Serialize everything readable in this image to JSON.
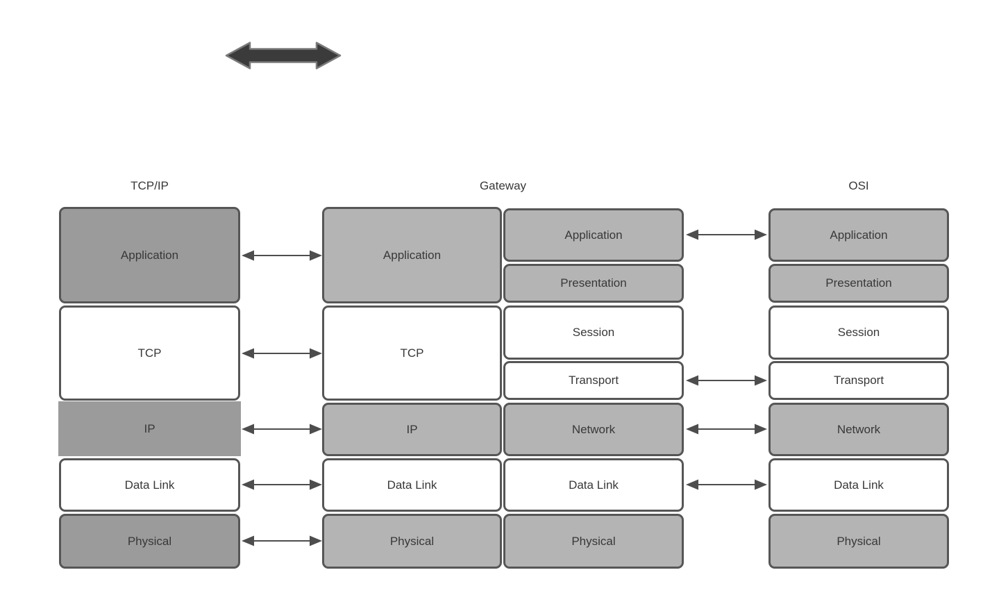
{
  "colors": {
    "background": "#ffffff",
    "box_dark_gray": "#9b9b9b",
    "box_light_gray": "#b4b4b4",
    "box_white": "#ffffff",
    "box_border": "#565656",
    "thin_arrow": "#4d4d4d",
    "big_arrow_fill": "#3b3b3b",
    "big_arrow_outline": "#7a7a7a",
    "text": "#383838"
  },
  "tcpip": {
    "header": "TCP/IP",
    "rows": [
      "Application",
      "TCP",
      "IP",
      "Data Link",
      "Physical"
    ]
  },
  "gateway": {
    "header": "Gateway",
    "left_rows": [
      "Application",
      "TCP",
      "IP",
      "Data Link",
      "Physical"
    ],
    "right_rows": [
      "Application",
      "Presentation",
      "Session",
      "Transport",
      "Network",
      "Data Link",
      "Physical"
    ]
  },
  "osi": {
    "header": "OSI",
    "rows": [
      "Application",
      "Presentation",
      "Session",
      "Transport",
      "Network",
      "Data Link",
      "Physical"
    ]
  }
}
